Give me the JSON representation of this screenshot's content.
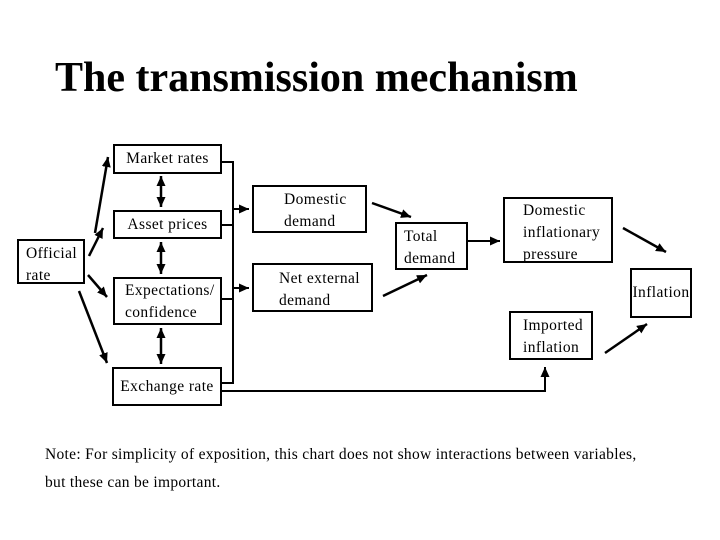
{
  "slide": {
    "title": "The transmission mechanism",
    "note": {
      "lines": [
        "Note: For simplicity of exposition, this chart does not show interactions between variables,",
        "but these can be important."
      ]
    }
  },
  "nodes": {
    "official_rate": {
      "lines": [
        "Official",
        "rate"
      ]
    },
    "market_rates": {
      "lines": [
        "Market rates"
      ]
    },
    "asset_prices": {
      "lines": [
        "Asset prices"
      ]
    },
    "expectations_confidence": {
      "lines": [
        "Expectations/",
        "confidence"
      ]
    },
    "exchange_rate": {
      "lines": [
        "Exchange rate"
      ]
    },
    "domestic_demand": {
      "lines": [
        "Domestic",
        "demand"
      ]
    },
    "net_external_demand": {
      "lines": [
        "Net external",
        "demand"
      ]
    },
    "total_demand": {
      "lines": [
        "Total",
        "demand"
      ]
    },
    "domestic_inflationary_pressure": {
      "lines": [
        "Domestic",
        "inflationary",
        "pressure"
      ]
    },
    "imported_inflation": {
      "lines": [
        "Imported",
        "inflation"
      ]
    },
    "inflation": {
      "lines": [
        "Inflation"
      ]
    }
  },
  "colors": {
    "background": "#ffffff",
    "line": "#000000",
    "text": "#000000"
  }
}
